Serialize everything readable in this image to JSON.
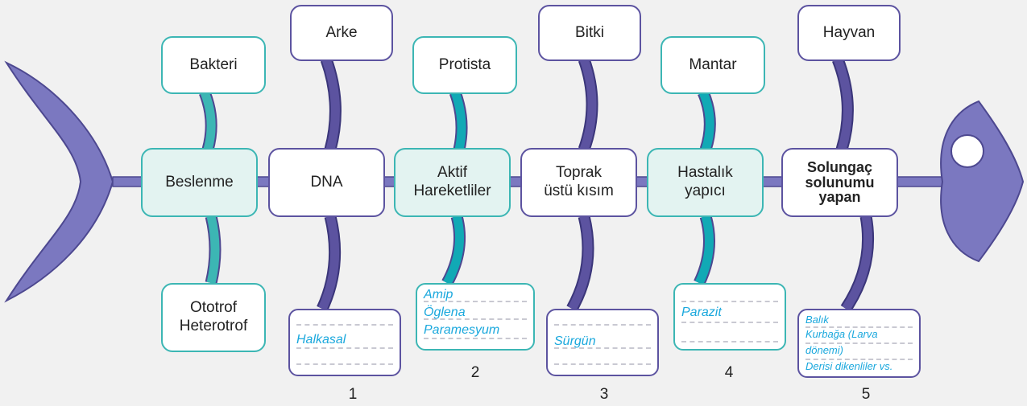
{
  "top_boxes": [
    "Bakteri",
    "Arke",
    "Protista",
    "Bitki",
    "Mantar",
    "Hayvan"
  ],
  "middle_boxes": [
    [
      "Beslenme"
    ],
    [
      "DNA"
    ],
    [
      "Aktif",
      "Hareketliler"
    ],
    [
      "Toprak",
      "üstü kısım"
    ],
    [
      "Hastalık",
      "yapıcı"
    ],
    [
      "Solungaç",
      "solunumu",
      "yapan"
    ]
  ],
  "bottom_boxes": {
    "beslenme": [
      "Ototrof",
      "Heterotrof"
    ],
    "answers": [
      [
        "Halkasal"
      ],
      [
        "Amip",
        "Öglena",
        "Paramesyum"
      ],
      [
        "Sürgün"
      ],
      [
        "Parazit"
      ],
      [
        "Balık",
        "Kurbağa (Larva",
        "dönemi)",
        "Derisi dikenliler vs."
      ]
    ]
  },
  "numbers": [
    "1",
    "2",
    "3",
    "4",
    "5"
  ],
  "colors": {
    "teal": "#3cb6b4",
    "purple": "#5c53a0",
    "fish_body": "#7b78c0",
    "dashed_line": "#c9c9d2",
    "answer_text": "#1aa8dd"
  }
}
